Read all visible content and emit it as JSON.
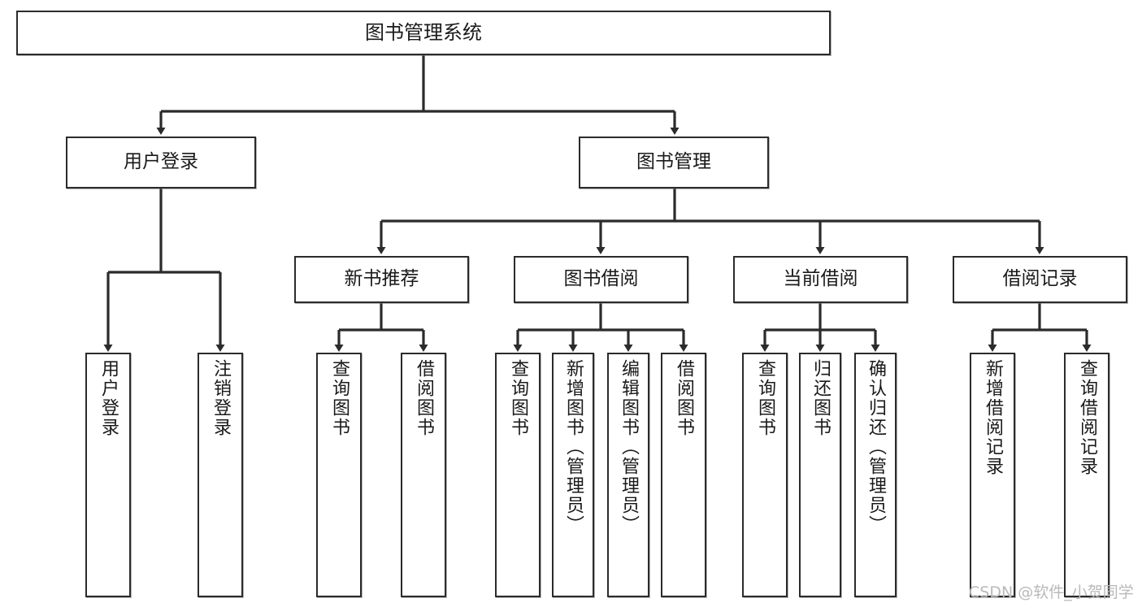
{
  "diagram": {
    "title": "图书管理系统",
    "type": "functional-structure-tree",
    "orientation": "top-down",
    "watermark": "CSDN @软件_小贺同学",
    "colors": {
      "node_border": "#2b2b2b",
      "node_fill": "#ffffff",
      "edge": "#2b2b2b",
      "text": "#1a1a1a",
      "watermark": "#b9b9b9",
      "background": "#ffffff"
    },
    "levels": [
      {
        "level": 1,
        "nodes": [
          {
            "id": "root",
            "label": "图书管理系统"
          }
        ]
      },
      {
        "level": 2,
        "nodes": [
          {
            "id": "login",
            "label": "用户登录",
            "parent": "root"
          },
          {
            "id": "bookmgmt",
            "label": "图书管理",
            "parent": "root"
          }
        ]
      },
      {
        "level": 3,
        "nodes": [
          {
            "id": "newbook",
            "label": "新书推荐",
            "parent": "bookmgmt"
          },
          {
            "id": "borrow",
            "label": "图书借阅",
            "parent": "bookmgmt"
          },
          {
            "id": "current",
            "label": "当前借阅",
            "parent": "bookmgmt"
          },
          {
            "id": "record",
            "label": "借阅记录",
            "parent": "bookmgmt"
          }
        ]
      },
      {
        "level": 4,
        "nodes": [
          {
            "id": "leaf1",
            "label": "用户登录",
            "parent": "login"
          },
          {
            "id": "leaf2",
            "label": "注销登录",
            "parent": "login"
          },
          {
            "id": "leaf3",
            "label": "查询图书",
            "parent": "newbook"
          },
          {
            "id": "leaf4",
            "label": "借阅图书",
            "parent": "newbook"
          },
          {
            "id": "leaf5",
            "label": "查询图书",
            "parent": "borrow"
          },
          {
            "id": "leaf6",
            "label": "新增图书（管理员）",
            "parent": "borrow"
          },
          {
            "id": "leaf7",
            "label": "编辑图书（管理员）",
            "parent": "borrow"
          },
          {
            "id": "leaf8",
            "label": "借阅图书",
            "parent": "borrow"
          },
          {
            "id": "leaf9",
            "label": "查询图书",
            "parent": "current"
          },
          {
            "id": "leaf10",
            "label": "归还图书",
            "parent": "current"
          },
          {
            "id": "leaf11",
            "label": "确认归还（管理员）",
            "parent": "current"
          },
          {
            "id": "leaf12",
            "label": "新增借阅记录",
            "parent": "record"
          },
          {
            "id": "leaf13",
            "label": "查询借阅记录",
            "parent": "record"
          }
        ]
      }
    ]
  }
}
